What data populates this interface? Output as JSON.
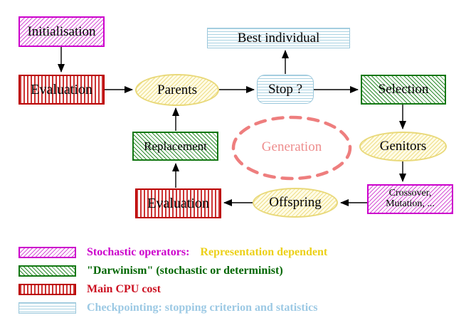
{
  "colors": {
    "magenta": "#cc00cc",
    "magenta-line": "#d553d5",
    "red-border": "#bb0000",
    "red-line": "#cc3333",
    "red-text": "#cc1122",
    "green-border": "#117711",
    "green-line": "#2e8b2e",
    "green-text": "#006600",
    "blue-border": "#9cc8dc",
    "blue-line": "#aad2e2",
    "blue-text": "#9cc9e4",
    "yellow-border": "#e9d97a",
    "yellow-line": "#eedd88",
    "yellow-bg": "#fffce6",
    "yellow-text": "#ecd018",
    "salmon": "#ee7e7e",
    "salmon-text": "#ee8d8d"
  },
  "nodes": {
    "initialisation": "Initialisation",
    "evaluation_top": "Evaluation",
    "parents": "Parents",
    "stop": "Stop ?",
    "best_individual": "Best individual",
    "selection": "Selection",
    "genitors": "Genitors",
    "crossover_line1": "Crossover,",
    "crossover_line2": "Mutation, ...",
    "offspring": "Offspring",
    "evaluation_bottom": "Evaluation",
    "replacement": "Replacement",
    "generation": "Generation"
  },
  "legend": {
    "stochastic": "Stochastic operators:",
    "representation": "Representation dependent",
    "darwinism": "\"Darwinism\" (stochastic or determinist)",
    "cpu": "Main CPU cost",
    "checkpointing": "Checkpointing: stopping criterion and statistics"
  }
}
